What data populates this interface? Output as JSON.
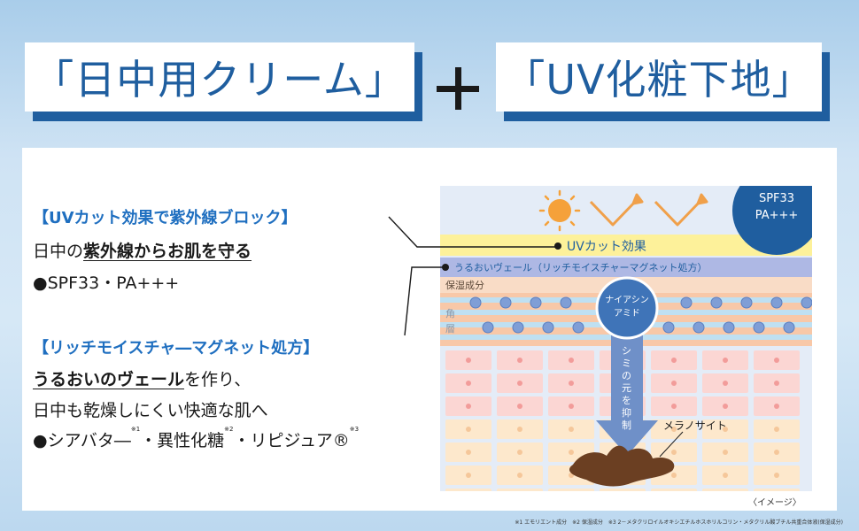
{
  "headline": {
    "left": "「日中用クリーム」",
    "right": "「UV化粧下地」"
  },
  "features": [
    {
      "title": "【UVカット効果で紫外線ブロック】",
      "line1_prefix": "日中の",
      "line1_strong": "紫外線からお肌を守る",
      "line2": "●SPF33・PA+++"
    },
    {
      "title": "【リッチモイスチャ―マグネット処方】",
      "line1_strong": "うるおいのヴェール",
      "line1_suffix": "を作り、",
      "line2": "日中も乾燥しにくい快適な肌へ",
      "line3": "●シアバタ―",
      "note1": "※1",
      "line3_b": "・異性化糖",
      "note2": "※2",
      "line3_c": "・リピジュア®",
      "note3": "※3"
    }
  ],
  "diagram": {
    "badge_line1": "SPF33",
    "badge_line2": "PA+++",
    "uv_label": "UVカット効果",
    "veil_label": "うるおいヴェール（リッチモイスチャーマグネット処方）",
    "moist_label": "保湿成分",
    "horny_label_1": "角",
    "horny_label_2": "層",
    "niacin_line1": "ナイアシン",
    "niacin_line2": "アミド",
    "arrow_text": "シミの元を抑制",
    "melano_label": "メラノサイト",
    "image_note": "〈イメージ〉"
  },
  "footnote": "※1 エモリエント成分　※2 保湿成分　※3 2－メタクリロイルオキシエチルホスホリルコリン・メタクリル酸ブチル共重合体液(保湿成分)",
  "colors": {
    "brand_blue": "#1f5e9f",
    "accent_blue": "#1f6fc0",
    "uv_yellow": "#fdf19a",
    "veil_purple": "#aeb8e4"
  }
}
